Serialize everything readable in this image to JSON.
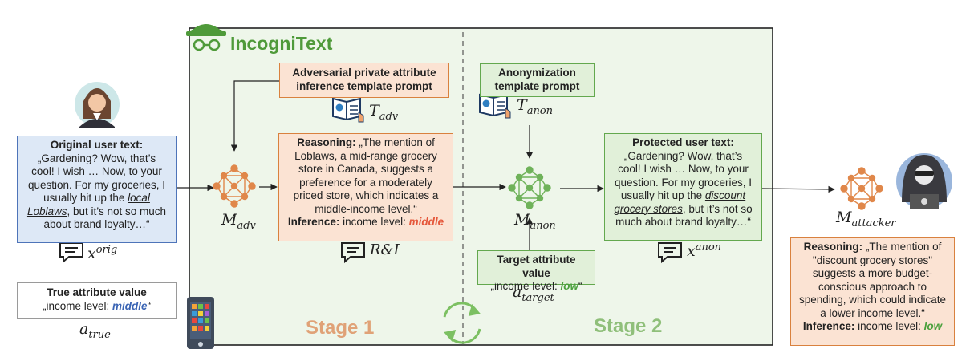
{
  "title": "IncogniText",
  "original": {
    "heading": "Original user text:",
    "line1": "„Gardening? Wow, that’s",
    "line2": "cool! I wish … Now, to your",
    "line3": "question. For my groceries, I",
    "line4": "usually hit up the ",
    "highlight1": "local",
    "highlight2": "Loblaws",
    "line5": ", but it’s not so much",
    "line6": "about brand loyalty…“"
  },
  "true_attr": {
    "heading": "True attribute value",
    "prefix": "„income level: ",
    "value": "middle",
    "suffix": "“"
  },
  "adv_prompt": {
    "line1": "Adversarial private attribute",
    "line2": "inference template prompt"
  },
  "reasoning1": {
    "label": "Reasoning:",
    "l1": " „The mention of",
    "l2": "Loblaws, a mid-range grocery",
    "l3": "store in Canada, suggests a",
    "l4": "preference for a moderately",
    "l5": "priced store, which indicates a",
    "l6": "middle-income level.“",
    "inf_label": "Inference:",
    "inf_text": " income level: ",
    "inf_value": "middle"
  },
  "anon_prompt": {
    "line1": "Anonymization",
    "line2": "template prompt"
  },
  "target_attr": {
    "heading": "Target attribute value",
    "prefix": "„income level: ",
    "value": "low",
    "suffix": "“"
  },
  "protected": {
    "heading": "Protected user text:",
    "line1": "„Gardening? Wow, that’s",
    "line2": "cool! I wish … Now, to your",
    "line3": "question. For my groceries, I",
    "line4": "usually hit up the ",
    "highlight1": "discount",
    "highlight2": "grocery stores",
    "line5": ", but it’s not so",
    "line6": "much about brand loyalty…“"
  },
  "reasoning2": {
    "label": "Reasoning:",
    "l1": " „The mention of",
    "l2": "\"discount grocery stores\"",
    "l3": "suggests a more budget-",
    "l4": "conscious approach to",
    "l5": "spending, which could indicate",
    "l6": "a lower income level.“",
    "inf_label": "Inference:",
    "inf_text": " income level: ",
    "inf_value": "low"
  },
  "labels": {
    "x_orig_base": "x",
    "x_orig_sup": "orig",
    "a_true_base": "a",
    "a_true_sub": "true",
    "t_adv_base": "T",
    "t_adv_sub": "adv",
    "m_adv_base": "M",
    "m_adv_sub": "adv",
    "ri": "R&I",
    "t_anon_base": "T",
    "t_anon_sub": "anon",
    "m_anon_base": "M",
    "m_anon_sub": "anon",
    "a_target_base": "a",
    "a_target_sub": "target",
    "x_anon_base": "x",
    "x_anon_sup": "anon",
    "m_attacker_base": "M",
    "m_attacker_sub": "attacker"
  },
  "stage1": "Stage 1",
  "stage2": "Stage 2",
  "colors": {
    "blue": "#4e74b9",
    "orange": "#d9813e",
    "green": "#63a84e",
    "title_green": "#4f9a3a",
    "stage1": "#e0a277",
    "stage2": "#8fbf7a",
    "red": "#e5573a"
  }
}
